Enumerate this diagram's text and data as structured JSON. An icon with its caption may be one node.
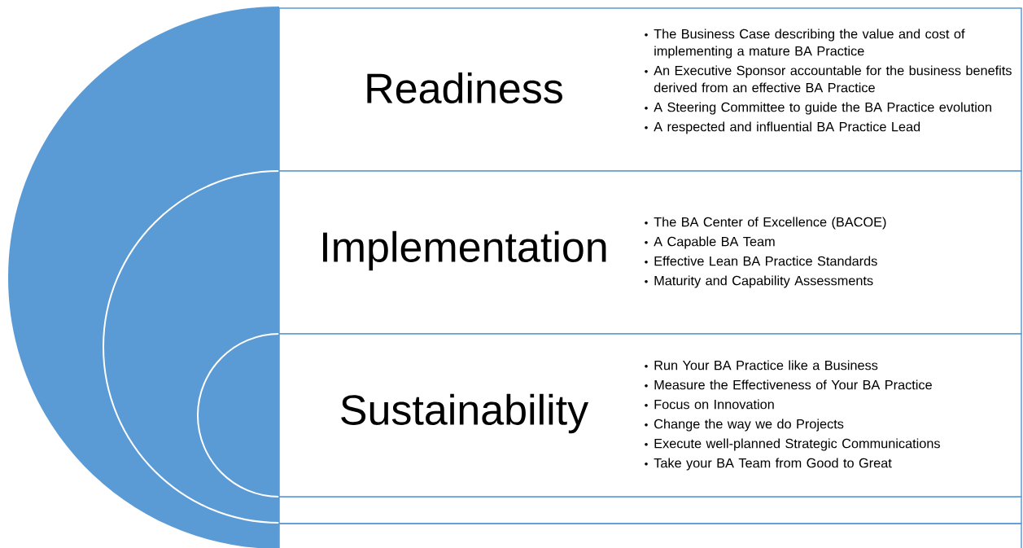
{
  "diagram": {
    "nodes": [
      {
        "text": [
          "Readiness",
          "The Business Case describing the value and cost of implementing a mature BA Practice",
          "An Executive Sponsor accountable for the business benefits derived from an effective BA Practice",
          "A Steering Committee to guide the BA Practice evolution",
          "A respected and influential BA Practice Lead"
        ]
      },
      {
        "text": [
          "Implementation",
          "The BA Center of Excellence (BACOE)",
          "A Capable BA Team",
          "Effective Lean BA Practice Standards",
          "Maturity and Capability Assessments"
        ]
      },
      {
        "text": [
          "Sustainability",
          "Run Your BA Practice like a Business",
          "Measure the Effectiveness of Your BA Practice",
          "Focus on Innovation",
          "Change the way we do Projects",
          "Execute well-planned Strategic Communications",
          "Take your BA Team from Good to Great"
        ]
      }
    ],
    "edges": []
  }
}
